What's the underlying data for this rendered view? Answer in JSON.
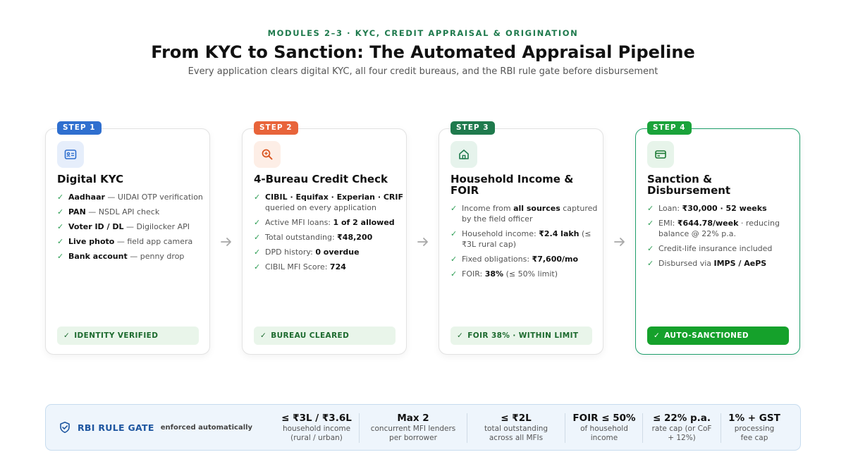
{
  "header": {
    "eyebrow": "MODULES 2–3 · KYC, CREDIT APPRAISAL & ORIGINATION",
    "title": "From KYC to Sanction: The Automated Appraisal Pipeline",
    "subtitle": "Every application clears digital KYC, all four credit bureaus, and the RBI rule gate before disbursement"
  },
  "colors": {
    "step1": "#2f6fcf",
    "step2": "#e8643a",
    "step3": "#1f7a4d",
    "step4": "#1aa33a",
    "gate_accent": "#1e56a0"
  },
  "steps": [
    {
      "badge": "STEP 1",
      "icon": "id-card-icon",
      "title": "Digital KYC",
      "items": [
        {
          "b": "Aadhaar",
          "t": " — UIDAI OTP verification"
        },
        {
          "b": "PAN",
          "t": " — NSDL API check"
        },
        {
          "b": "Voter ID / DL",
          "t": " — Digilocker API"
        },
        {
          "b": "Live photo",
          "t": " — field app camera"
        },
        {
          "b": "Bank account",
          "t": " — penny drop"
        }
      ],
      "status": "IDENTITY VERIFIED"
    },
    {
      "badge": "STEP 2",
      "icon": "search-icon",
      "title": "4-Bureau Credit Check",
      "items": [
        {
          "b": "CIBIL · Equifax · Experian · CRIF",
          "t": " queried on every application"
        },
        {
          "t": "Active MFI loans: ",
          "b": "1 of 2 allowed"
        },
        {
          "t": "Total outstanding: ",
          "b": "₹48,200"
        },
        {
          "t": "DPD history: ",
          "b": "0 overdue"
        },
        {
          "t": "CIBIL MFI Score: ",
          "b": "724"
        }
      ],
      "status": "BUREAU CLEARED"
    },
    {
      "badge": "STEP 3",
      "icon": "home-icon",
      "title": "Household Income & FOIR",
      "items": [
        {
          "t": "Income from ",
          "b": "all sources",
          "t2": " captured by the field officer"
        },
        {
          "t": "Household income: ",
          "b": "₹2.4 lakh",
          "t2": " (≤ ₹3L rural cap)"
        },
        {
          "t": "Fixed obligations: ",
          "b": "₹7,600/mo"
        },
        {
          "t": "FOIR: ",
          "b": "38%",
          "t2": " (≤ 50% limit)"
        }
      ],
      "status": "FOIR 38% · WITHIN LIMIT"
    },
    {
      "badge": "STEP 4",
      "icon": "card-icon",
      "title": "Sanction & Disbursement",
      "items": [
        {
          "t": "Loan: ",
          "b": "₹30,000 · 52 weeks"
        },
        {
          "t": "EMI: ",
          "b": "₹644.78/week",
          "t2": " · reducing balance @ 22% p.a."
        },
        {
          "t": "Credit-life insurance included"
        },
        {
          "t": "Disbursed via ",
          "b": "IMPS / AePS"
        }
      ],
      "status": "AUTO-SANCTIONED"
    }
  ],
  "gate": {
    "title": "RBI RULE GATE",
    "subtitle": "enforced automatically",
    "stats": [
      {
        "value": "≤ ₹3L / ₹3.6L",
        "desc1": "household income",
        "desc2": "(rural / urban)"
      },
      {
        "value": "Max 2",
        "desc1": "concurrent MFI lenders",
        "desc2": "per borrower"
      },
      {
        "value": "≤ ₹2L",
        "desc1": "total outstanding",
        "desc2": "across all MFIs"
      },
      {
        "value": "FOIR ≤ 50%",
        "desc1": "of household",
        "desc2": "income"
      },
      {
        "value": "≤ 22% p.a.",
        "desc1": "rate cap (or CoF",
        "desc2": "+ 12%)"
      },
      {
        "value": "1% + GST",
        "desc1": "processing",
        "desc2": "fee cap"
      }
    ]
  }
}
